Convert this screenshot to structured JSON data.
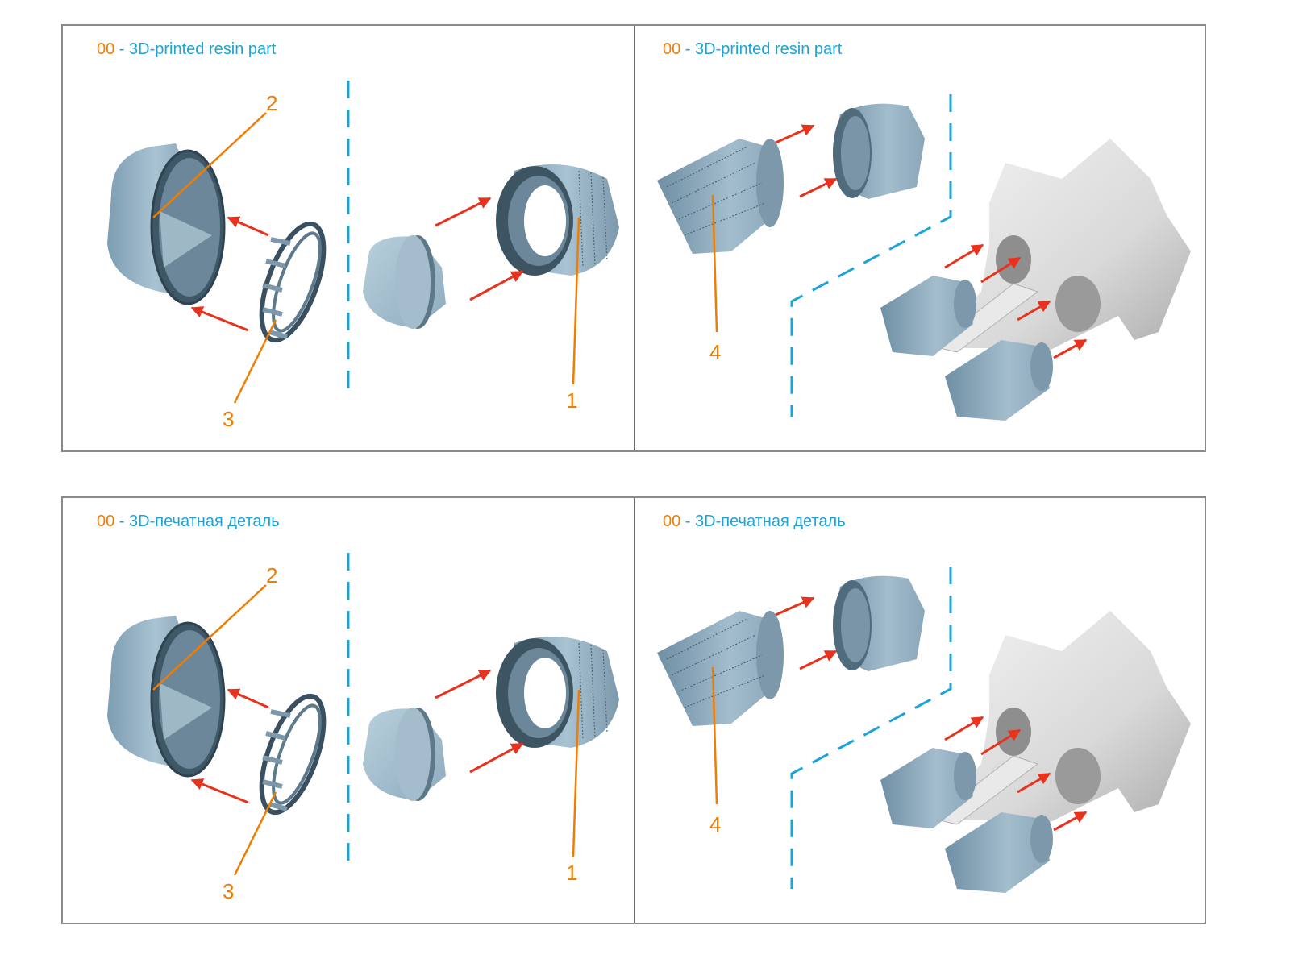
{
  "legend_color_code": "#f07d00",
  "legend_color_text": "#19a5d8",
  "arrow_color": "#e8321e",
  "callout_color": "#f07d00",
  "guide_color": "#19a5d8",
  "part_color": "#8fb0c4",
  "sheets": [
    {
      "language": "en",
      "panels": [
        {
          "legend": {
            "code": "00",
            "separator": " - ",
            "text": "3D-printed resin part"
          },
          "callouts": {
            "part_2": "2",
            "part_3": "3",
            "part_1": "1"
          }
        },
        {
          "legend": {
            "code": "00",
            "separator": " - ",
            "text": "3D-printed resin part"
          },
          "callouts": {
            "part_4": "4"
          }
        }
      ]
    },
    {
      "language": "ru",
      "panels": [
        {
          "legend": {
            "code": "00",
            "separator": " - ",
            "text": "3D-печатная деталь"
          },
          "callouts": {
            "part_2": "2",
            "part_3": "3",
            "part_1": "1"
          }
        },
        {
          "legend": {
            "code": "00",
            "separator": " - ",
            "text": "3D-печатная деталь"
          },
          "callouts": {
            "part_4": "4"
          }
        }
      ]
    }
  ]
}
